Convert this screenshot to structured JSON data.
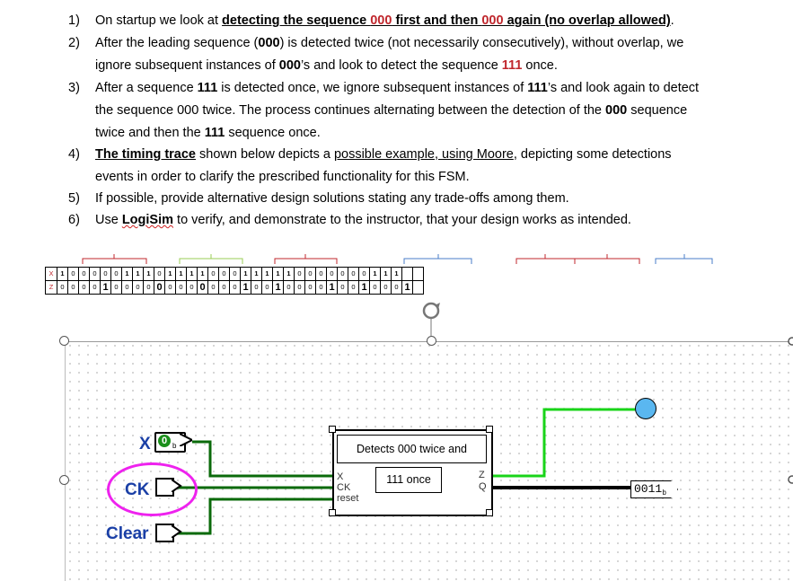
{
  "instructions": {
    "item1": {
      "num": "1)",
      "lead": "On startup we look at ",
      "emph1": "detecting the sequence ",
      "seq1": "000",
      "emph2": " first and then ",
      "seq2": "000",
      "emph3": " again (no overlap allowed)",
      "tail": "."
    },
    "item2": {
      "num": "2)",
      "line1_a": "After the leading sequence (",
      "line1_b": "000",
      "line1_c": ") is detected twice (not necessarily consecutively), without overlap, we",
      "line2_a": "ignore subsequent instances of ",
      "line2_b": "000",
      "line2_c": "’s and look to detect the sequence ",
      "line2_d": "111",
      "line2_e": " once."
    },
    "item3": {
      "num": "3)",
      "line1_a": "After a sequence ",
      "line1_b": "111",
      "line1_c": " is detected once, we ignore subsequent instances of ",
      "line1_d": "111",
      "line1_e": "’s and look again to detect",
      "line2_a": "the sequence 000 twice. The process continues alternating between the detection of the ",
      "line2_b": "000",
      "line2_c": " sequence",
      "line3_a": "twice and then the ",
      "line3_b": "111",
      "line3_c": " sequence once."
    },
    "item4": {
      "num": "4)",
      "line1_a": "The timing trace",
      "line1_b": " shown below depicts a ",
      "line1_c": "possible example, using Moore",
      "line1_d": ", depicting some detections",
      "line2": "events in order to clarify the prescribed functionality for this FSM."
    },
    "item5": {
      "num": "5)",
      "text": "If possible, provide alternative design solutions stating any trade-offs among them."
    },
    "item6": {
      "num": "6)",
      "a": "Use ",
      "b": "LogiSim",
      "c": " to verify, and demonstrate to the instructor, that your design works as intended."
    }
  },
  "timing_trace": {
    "row_x_label": "X",
    "row_z_label": "Z",
    "x": [
      "1",
      "0",
      "0",
      "0",
      "0",
      "0",
      "1",
      "1",
      "1",
      "0",
      "1",
      "1",
      "1",
      "1",
      "0",
      "0",
      "0",
      "1",
      "1",
      "1",
      "1",
      "1",
      "0",
      "0",
      "0",
      "0",
      "0",
      "0",
      "0",
      "1",
      "1",
      "1",
      "",
      ""
    ],
    "z": [
      "0",
      "0",
      "0",
      "0",
      "1",
      "0",
      "0",
      "0",
      "0",
      "0",
      "0",
      "0",
      "0",
      "0",
      "0",
      "0",
      "0",
      "1",
      "0",
      "0",
      "1",
      "0",
      "0",
      "0",
      "0",
      "1",
      "0",
      "0",
      "1",
      "0",
      "0",
      "0",
      "1",
      ""
    ],
    "z_detect_indices": [
      4,
      9,
      13,
      17,
      20,
      25,
      28,
      32
    ]
  },
  "circuit": {
    "input_x_label": "X",
    "input_x_value": "0",
    "input_x_value_sub": "b",
    "input_ck_label": "CK",
    "input_clear_label": "Clear",
    "block_title": "Detects 000 twice and",
    "block_subtitle": "111 once",
    "port_x": "X",
    "port_ck": "CK",
    "port_reset": "reset",
    "port_z": "Z",
    "port_q": "Q",
    "probe_value": "0011",
    "probe_sub": "b",
    "colors": {
      "wire_active": "#19d419",
      "wire_inactive": "#0a6a0a",
      "bus": "#000000",
      "led_on": "#5ab7f0",
      "highlight": "#ee22ee",
      "input_label": "#1a3fa6",
      "sequence_red": "#c0272d"
    }
  }
}
